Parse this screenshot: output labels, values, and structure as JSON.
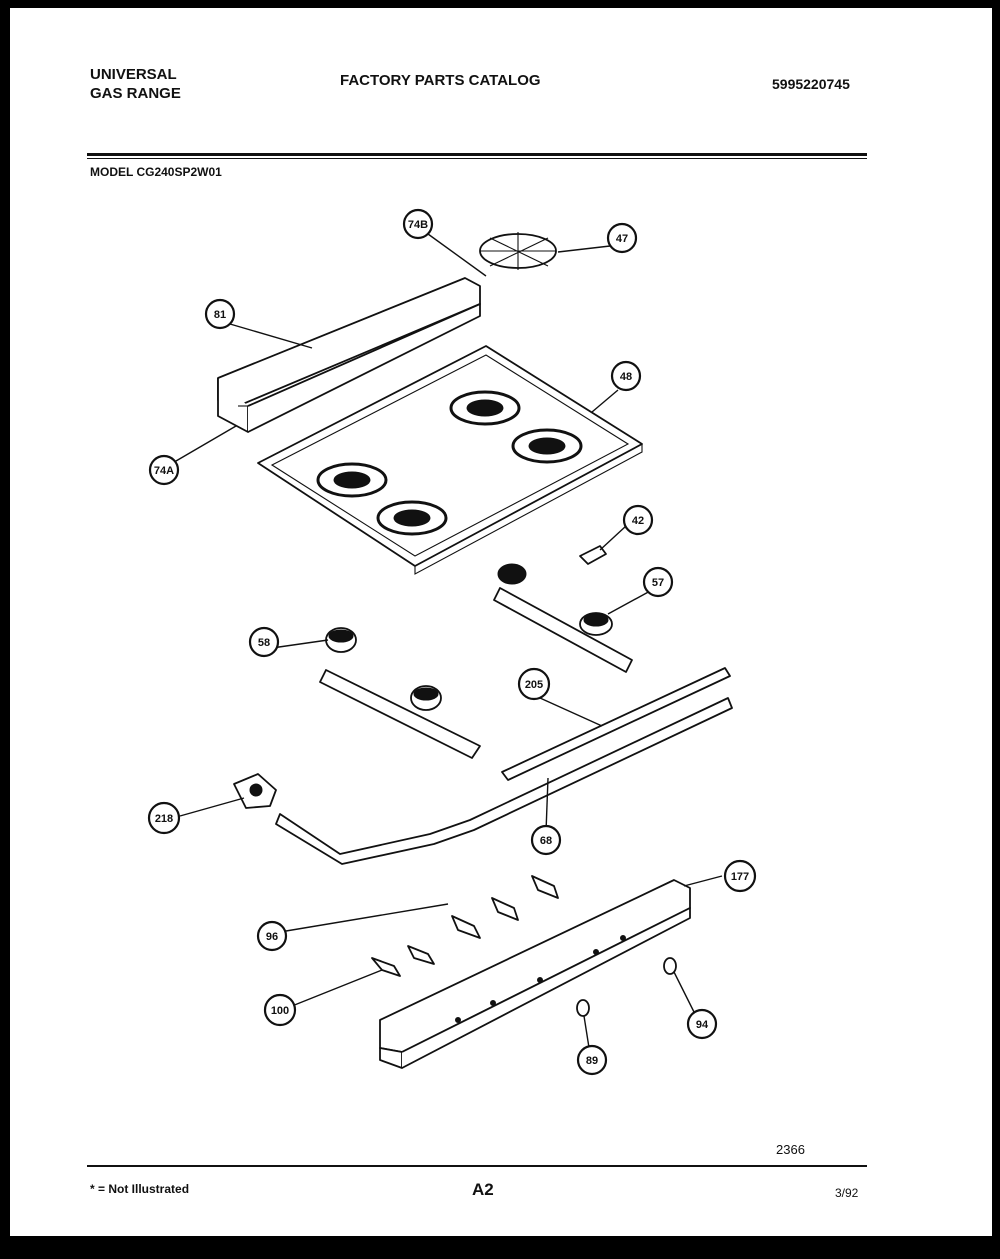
{
  "header": {
    "brand_line1": "UNIVERSAL",
    "brand_line2": "GAS RANGE",
    "catalog_title": "FACTORY PARTS CATALOG",
    "catalog_number": "5995220745"
  },
  "model": "MODEL CG240SP2W01",
  "callouts": [
    "74B",
    "47",
    "81",
    "48",
    "74A",
    "42",
    "57",
    "58",
    "205",
    "218",
    "68",
    "177",
    "96",
    "100",
    "94",
    "89"
  ],
  "drawing_number": "2366",
  "footer": {
    "note": "* = Not Illustrated",
    "page": "A2",
    "date": "3/92"
  }
}
